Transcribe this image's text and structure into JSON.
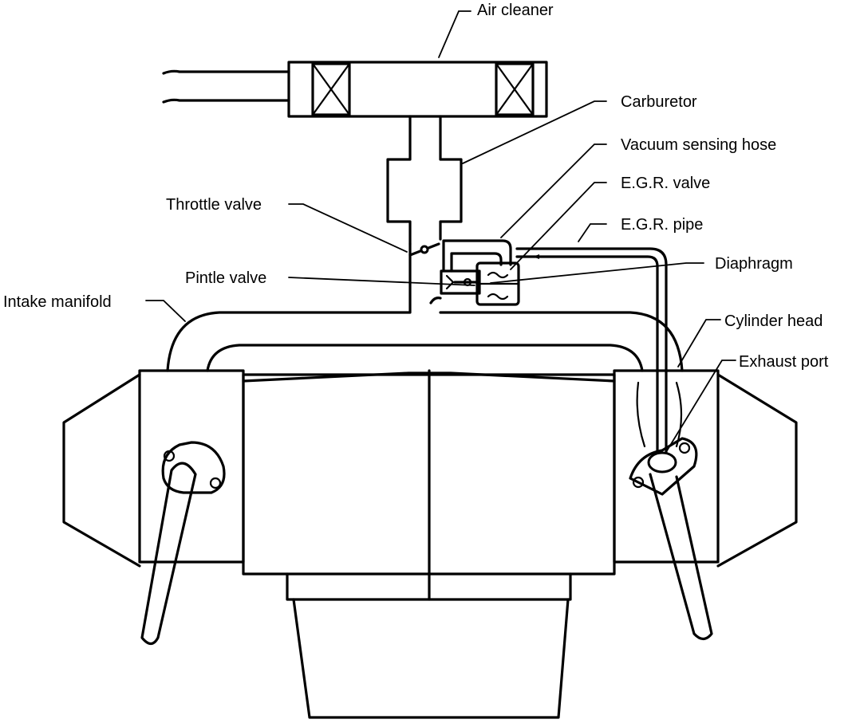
{
  "labels": {
    "air_cleaner": "Air cleaner",
    "carburetor": "Carburetor",
    "vacuum_sensing_hose": "Vacuum sensing hose",
    "egr_valve": "E.G.R. valve",
    "throttle_valve": "Throttle valve",
    "egr_pipe": "E.G.R. pipe",
    "diaphragm": "Diaphragm",
    "pintle_valve": "Pintle valve",
    "intake_manifold": "Intake manifold",
    "cylinder_head": "Cylinder head",
    "exhaust_port": "Exhaust port"
  }
}
